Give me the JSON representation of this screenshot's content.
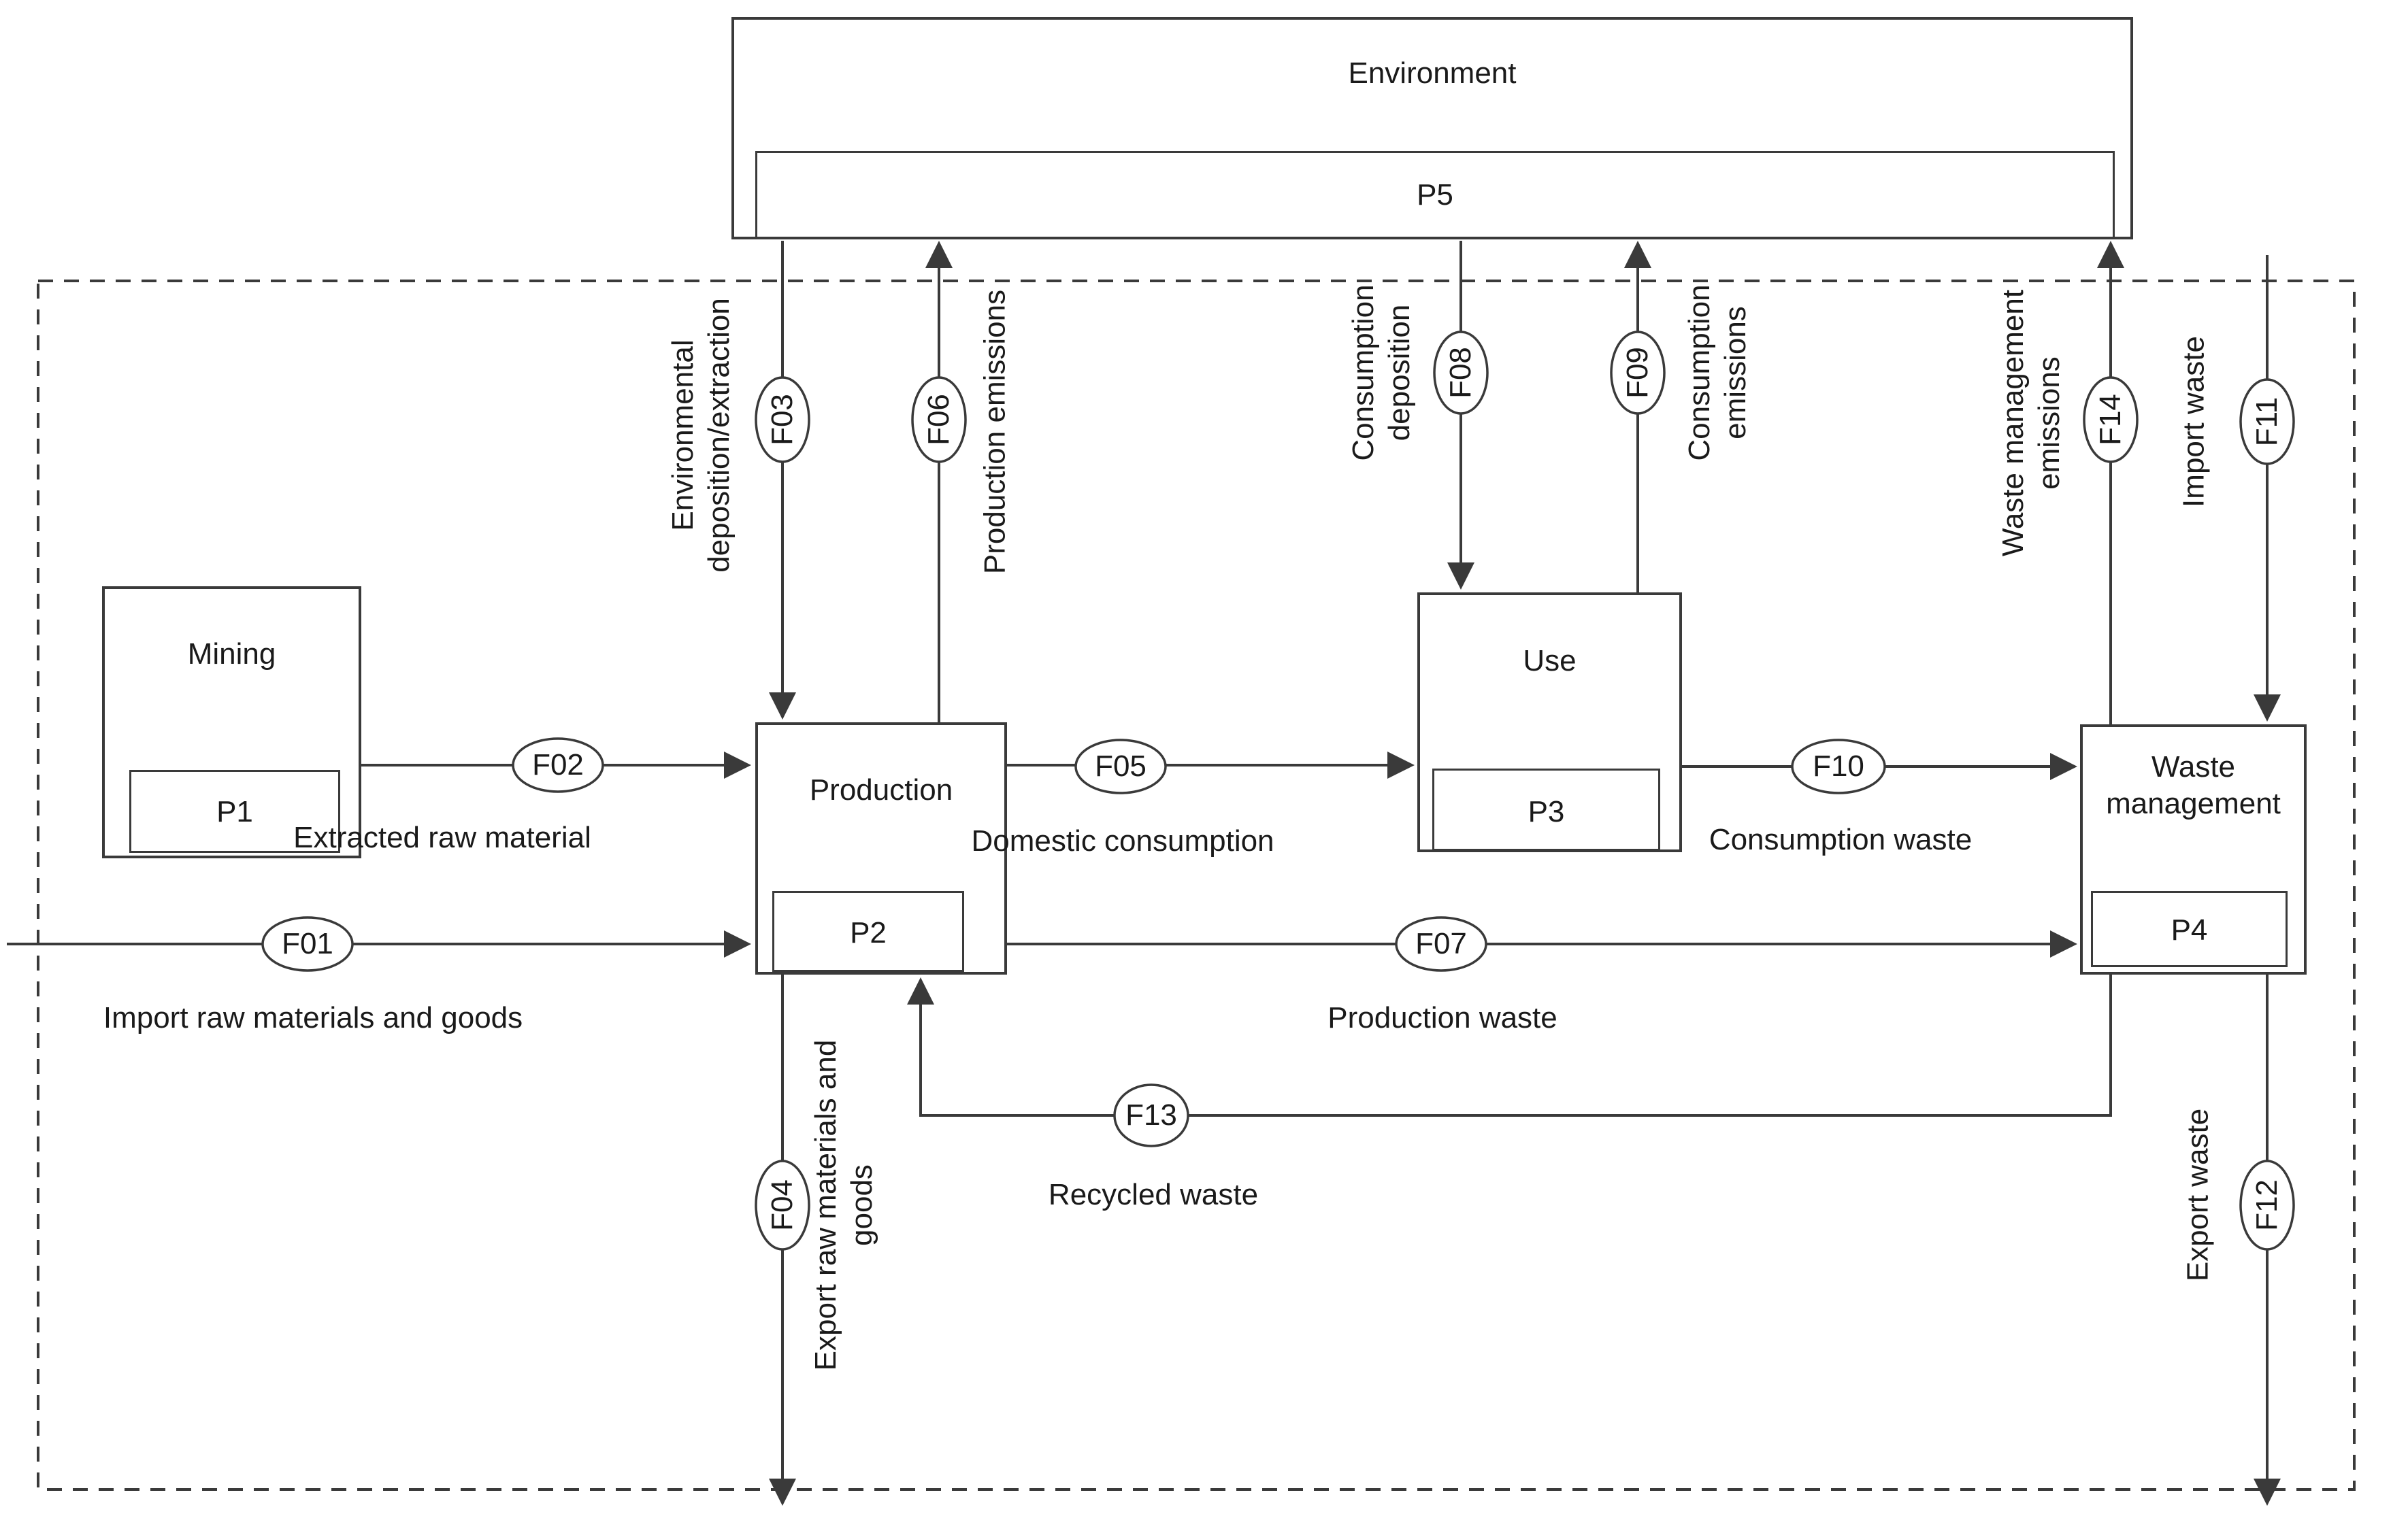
{
  "colors": {
    "stroke": "#3a3a3a",
    "text": "#1a1a1a",
    "background": "#ffffff"
  },
  "processes": {
    "P1": {
      "id": "P1",
      "name": "Mining"
    },
    "P2": {
      "id": "P2",
      "name": "Production"
    },
    "P3": {
      "id": "P3",
      "name": "Use"
    },
    "P4": {
      "id": "P4",
      "name": "Waste management"
    },
    "P5": {
      "id": "P5",
      "name": "Environment"
    }
  },
  "flows": {
    "F01": {
      "id": "F01",
      "name": "Import raw materials and goods"
    },
    "F02": {
      "id": "F02",
      "name": "Extracted raw material"
    },
    "F03": {
      "id": "F03",
      "name": "Environmental deposition/extraction"
    },
    "F04": {
      "id": "F04",
      "name": "Export raw materials and goods"
    },
    "F05": {
      "id": "F05",
      "name": "Domestic consumption"
    },
    "F06": {
      "id": "F06",
      "name": "Production emissions"
    },
    "F07": {
      "id": "F07",
      "name": "Production waste"
    },
    "F08": {
      "id": "F08",
      "name": "Consumption deposition"
    },
    "F09": {
      "id": "F09",
      "name": "Consumption emissions"
    },
    "F10": {
      "id": "F10",
      "name": "Consumption waste"
    },
    "F11": {
      "id": "F11",
      "name": "Import waste"
    },
    "F12": {
      "id": "F12",
      "name": "Export waste"
    },
    "F13": {
      "id": "F13",
      "name": "Recycled waste"
    },
    "F14": {
      "id": "F14",
      "name": "Waste management emissions"
    }
  }
}
